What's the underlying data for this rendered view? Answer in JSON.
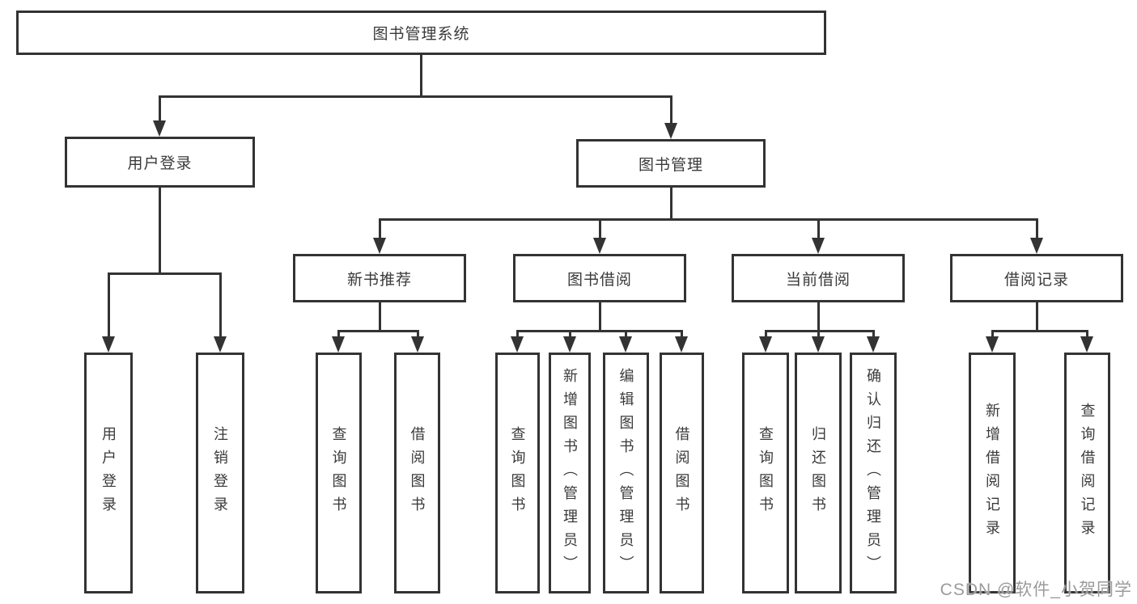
{
  "diagram_type": "hierarchy-tree",
  "colors": {
    "line": "#333333",
    "box_border": "#333333",
    "text": "#3a3a3a",
    "background": "#ffffff",
    "watermark": "#9b9b9b"
  },
  "tree": {
    "label": "图书管理系统",
    "children": [
      {
        "label": "用户登录",
        "children": [
          {
            "label": "用户登录"
          },
          {
            "label": "注销登录"
          }
        ]
      },
      {
        "label": "图书管理",
        "children": [
          {
            "label": "新书推荐",
            "children": [
              {
                "label": "查询图书"
              },
              {
                "label": "借阅图书"
              }
            ]
          },
          {
            "label": "图书借阅",
            "children": [
              {
                "label": "查询图书"
              },
              {
                "label": "新增图书（管理员）"
              },
              {
                "label": "编辑图书（管理员）"
              },
              {
                "label": "借阅图书"
              }
            ]
          },
          {
            "label": "当前借阅",
            "children": [
              {
                "label": "查询图书"
              },
              {
                "label": "归还图书"
              },
              {
                "label": "确认归还（管理员）"
              }
            ]
          },
          {
            "label": "借阅记录",
            "children": [
              {
                "label": "新增借阅记录"
              },
              {
                "label": "查询借阅记录"
              }
            ]
          }
        ]
      }
    ]
  },
  "watermark": {
    "text": "CSDN @软件_小贺同学"
  }
}
